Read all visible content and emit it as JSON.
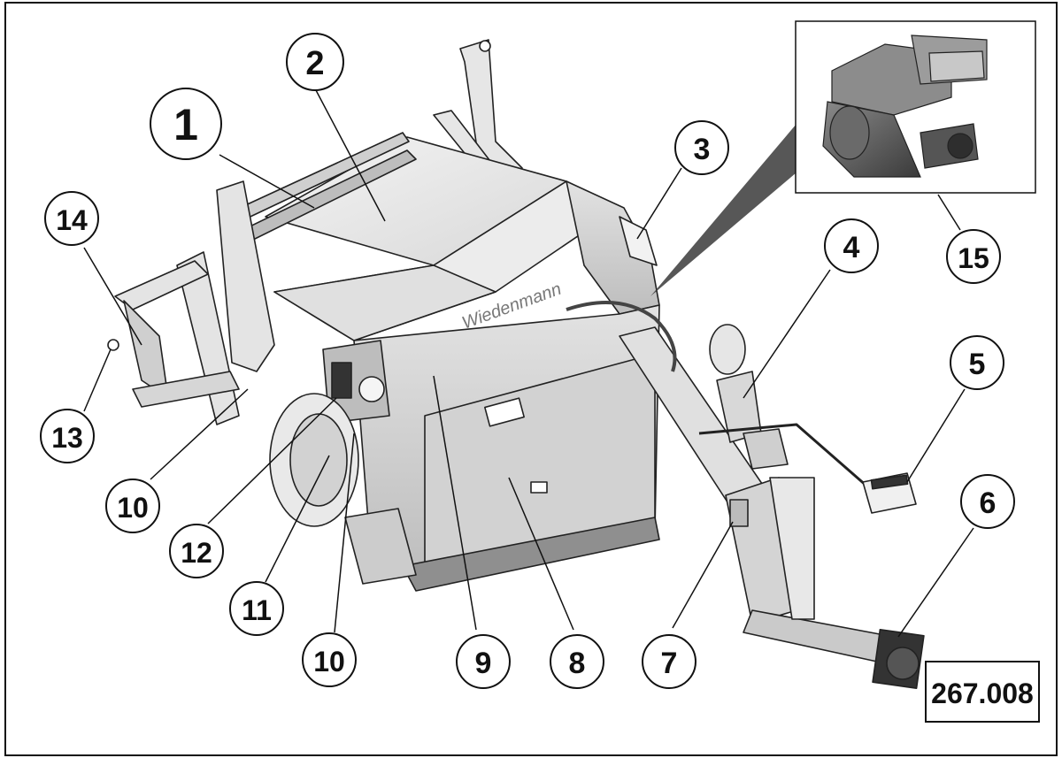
{
  "figure": {
    "drawing_number": "267.008",
    "brand_label": "Wiedenmann",
    "callouts": [
      "1",
      "2",
      "3",
      "4",
      "5",
      "6",
      "7",
      "8",
      "9",
      "10",
      "10",
      "11",
      "12",
      "13",
      "14",
      "15"
    ]
  },
  "colors": {
    "line": "#111111",
    "machine_light": "#ededed",
    "machine_mid": "#d6d6d6",
    "machine_dark": "#9a9a9a",
    "engine_body": "#5a5a5a",
    "leader_cone": "#3a3a3a"
  }
}
